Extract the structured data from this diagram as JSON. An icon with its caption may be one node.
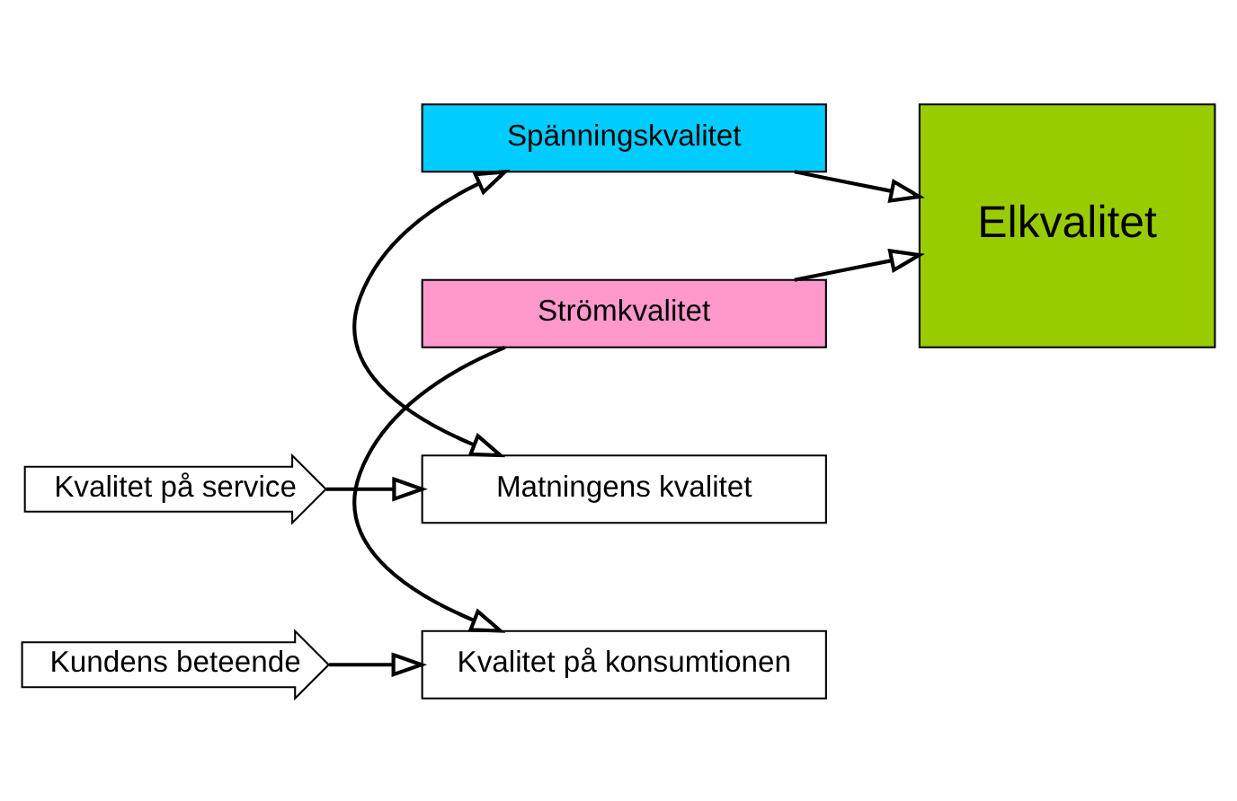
{
  "diagram": {
    "nodes": [
      {
        "text": [
          "Kvalitet på service"
        ]
      },
      {
        "text": [
          "Matningens kvalitet"
        ]
      },
      {
        "text": [
          "Spänningskvalitet"
        ]
      },
      {
        "text": [
          "Strömkvalitet"
        ]
      },
      {
        "text": [
          "Elkvalitet"
        ]
      },
      {
        "text": [
          "Kundens beteende"
        ]
      },
      {
        "text": [
          "Kvalitet på konsumtionen"
        ]
      }
    ],
    "edges": [
      {
        "from": 0,
        "to": 1,
        "arrow": "to"
      },
      {
        "from": 2,
        "to": 1,
        "arrow": "both"
      },
      {
        "from": 2,
        "to": 4,
        "arrow": "to"
      },
      {
        "from": 3,
        "to": 4,
        "arrow": "to"
      },
      {
        "from": 3,
        "to": 6,
        "arrow": "to"
      },
      {
        "from": 5,
        "to": 6,
        "arrow": "to"
      }
    ]
  }
}
